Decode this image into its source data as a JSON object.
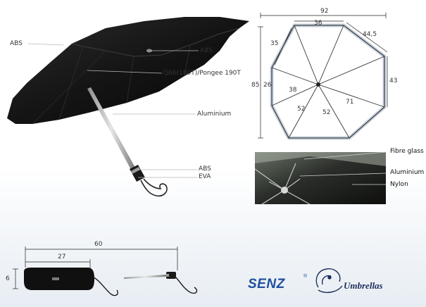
{
  "materials": {
    "tip_top": "ABS",
    "runner": "ABS",
    "canopy": "Q66(180T)/Pongee 190T",
    "shaft": "Aluminium",
    "handle_cap": "ABS",
    "handle_grip": "EVA"
  },
  "frame_materials": {
    "ribs": "Fibre glass",
    "stretchers": "Aluminium",
    "canopy": "Nylon"
  },
  "canopy_dimensions": {
    "width": "92",
    "top_edge": "36",
    "right_top_edge": "44,5",
    "left_top_edge": "35",
    "height": "85",
    "left_panel": "26",
    "right_panel": "43",
    "inner_left": "38",
    "inner_bottom_left": "52",
    "inner_bottom_right": "52",
    "inner_right": "71"
  },
  "folded_dimensions": {
    "total_length": "60",
    "sleeve_length": "27",
    "diameter": "6"
  },
  "brand": {
    "name": "SENZ",
    "registered_mark": "®",
    "tagline": "Umbrellas"
  }
}
